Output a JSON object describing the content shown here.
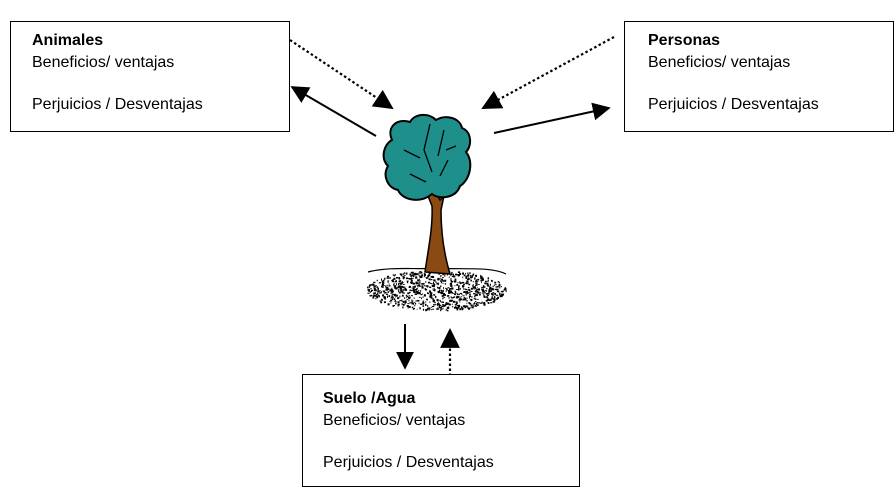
{
  "boxes": {
    "animales": {
      "title": "Animales",
      "benefits": "Beneficios/ ventajas",
      "drawbacks": "Perjuicios / Desventajas"
    },
    "personas": {
      "title": "Personas",
      "benefits": "Beneficios/ ventajas",
      "drawbacks": "Perjuicios / Desventajas"
    },
    "suelo": {
      "title": "Suelo /Agua",
      "benefits": "Beneficios/ ventajas",
      "drawbacks": "Perjuicios / Desventajas"
    }
  },
  "icons": {
    "center": "tree-icon"
  },
  "colors": {
    "foliage": "#1f8f8c",
    "trunk": "#8a4a12",
    "ground": "#000000",
    "arrow": "#000000"
  }
}
